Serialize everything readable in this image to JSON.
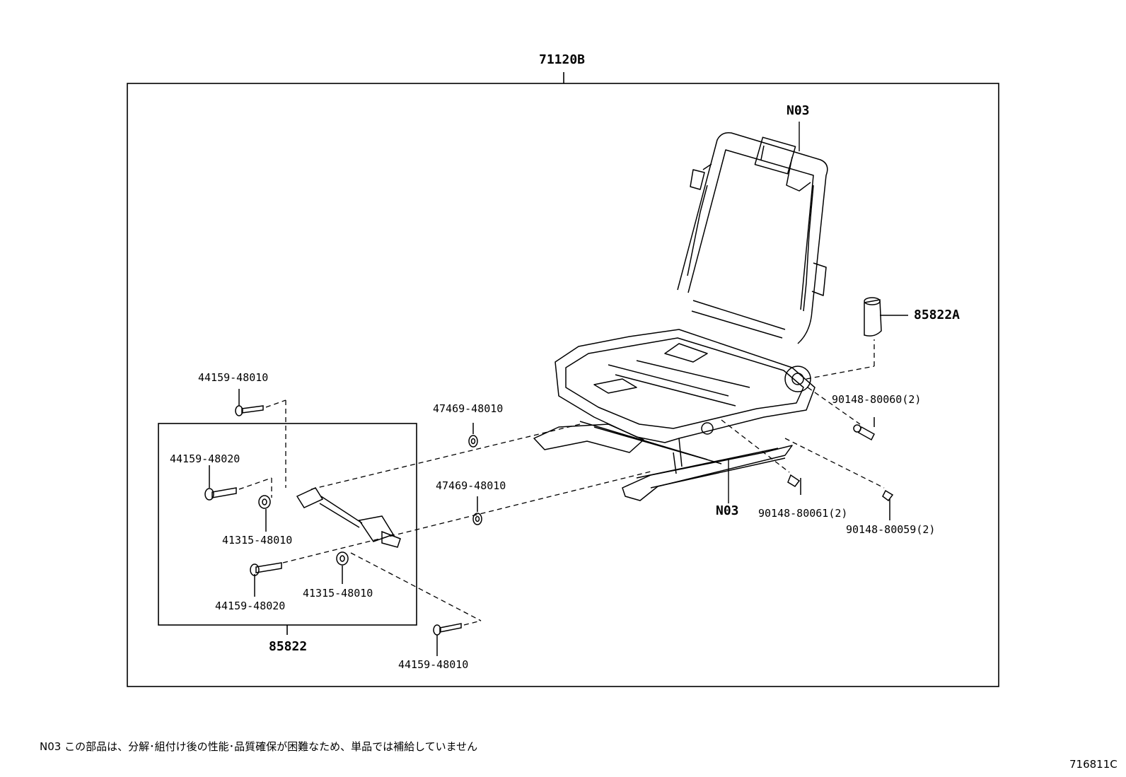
{
  "diagram": {
    "assembly_label": "71120B",
    "callouts": {
      "n03_top": "N03",
      "n03_bottom": "N03",
      "part_85822A": "85822A",
      "part_90148_80060": "90148-80060(2)",
      "part_90148_80061": "90148-80061(2)",
      "part_90148_80059": "90148-80059(2)",
      "part_47469_a": "47469-48010",
      "part_47469_b": "47469-48010",
      "part_44159_48010_top": "44159-48010",
      "part_44159_48010_bottom": "44159-48010",
      "part_44159_48020_top": "44159-48020",
      "part_44159_48020_bottom": "44159-48020",
      "part_41315_a": "41315-48010",
      "part_41315_b": "41315-48010",
      "subassembly_85822": "85822"
    }
  },
  "footer": {
    "note": "N03 この部品は、分解･組付け後の性能･品質確保が困難なため、単品では補給していません",
    "diagram_code": "716811C"
  }
}
